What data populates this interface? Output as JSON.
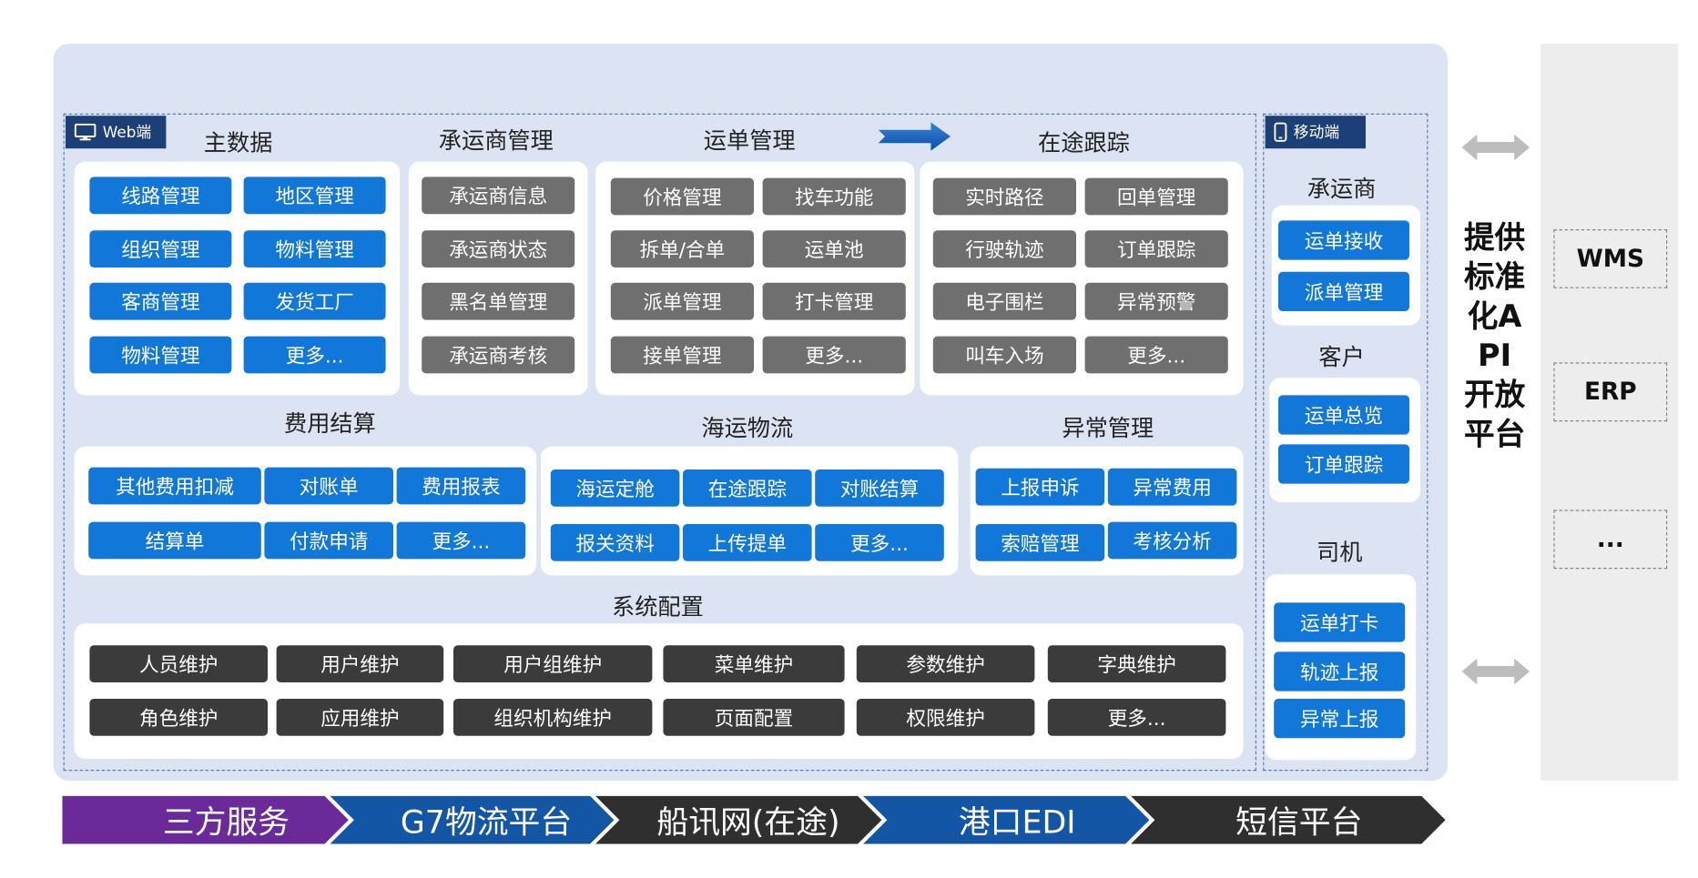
{
  "web_tag": "Web端",
  "mobile_tag": "移动端",
  "master": {
    "title": "主数据",
    "items": [
      "线路管理",
      "地区管理",
      "组织管理",
      "物料管理",
      "客商管理",
      "发货工厂",
      "物料管理",
      "更多..."
    ]
  },
  "carrier": {
    "title": "承运商管理",
    "items": [
      "承运商信息",
      "承运商状态",
      "黑名单管理",
      "承运商考核"
    ]
  },
  "waybill": {
    "title": "运单管理",
    "items": [
      "价格管理",
      "找车功能",
      "拆单/合单",
      "运单池",
      "派单管理",
      "打卡管理",
      "接单管理",
      "更多..."
    ]
  },
  "tracking": {
    "title": "在途跟踪",
    "items": [
      "实时路径",
      "回单管理",
      "行驶轨迹",
      "订单跟踪",
      "电子围栏",
      "异常预警",
      "叫车入场",
      "更多..."
    ]
  },
  "fee": {
    "title": "费用结算",
    "items": [
      "其他费用扣减",
      "对账单",
      "费用报表",
      "结算单",
      "付款申请",
      "更多..."
    ]
  },
  "shipping": {
    "title": "海运物流",
    "items": [
      "海运定舱",
      "在途跟踪",
      "对账结算",
      "报关资料",
      "上传提单",
      "更多..."
    ]
  },
  "exception": {
    "title": "异常管理",
    "items": [
      "上报申诉",
      "异常费用",
      "索赔管理",
      "考核分析"
    ]
  },
  "system": {
    "title": "系统配置",
    "items": [
      "人员维护",
      "用户维护",
      "用户组维护",
      "菜单维护",
      "参数维护",
      "字典维护",
      "角色维护",
      "应用维护",
      "组织机构维护",
      "页面配置",
      "权限维护",
      "更多..."
    ]
  },
  "mobile": {
    "carrier": {
      "title": "承运商",
      "items": [
        "运单接收",
        "派单管理"
      ]
    },
    "customer": {
      "title": "客户",
      "items": [
        "运单总览",
        "订单跟踪"
      ]
    },
    "driver": {
      "title": "司机",
      "items": [
        "运单打卡",
        "轨迹上报",
        "异常上报"
      ]
    }
  },
  "api_title": "提供标准化API开放平台",
  "external_systems": [
    "WMS",
    "ERP",
    "..."
  ],
  "bottom_bar": [
    "三方服务",
    "G7物流平台",
    "船讯网(在途)",
    "港口EDI",
    "短信平台"
  ],
  "colors": {
    "blue": "#1177d9",
    "gray": "#6f6f6f",
    "dark": "#3b3b3b",
    "panel": "#dce4f4",
    "navy": "#1c3f78",
    "purple": "#6a2a9a"
  }
}
